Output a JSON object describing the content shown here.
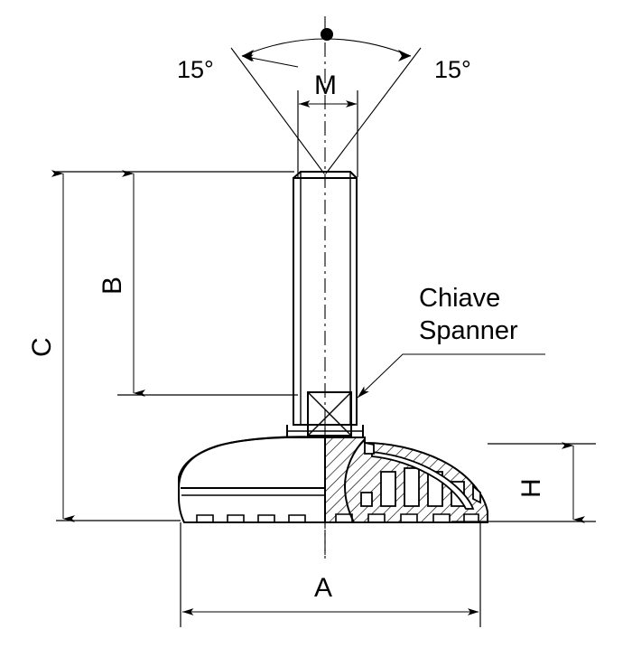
{
  "drawing": {
    "title": "Adjustable Leveling Foot - Technical Cross Section",
    "background_color": "#ffffff",
    "line_color": "#000000",
    "dimensions": {
      "angle_left": "15°",
      "angle_right": "15°",
      "thread": "M",
      "stud_upper": "B",
      "total_height": "C",
      "base_height": "H",
      "base_diameter": "A"
    },
    "annotations": {
      "spanner_line1": "Chiave",
      "spanner_line2": "Spanner"
    },
    "icons": {
      "pivot": "pivot-dot-icon",
      "arc": "angle-arc-icon",
      "spanner_flat": "spanner-square-icon",
      "section_hatch": "section-hatch-icon"
    }
  }
}
